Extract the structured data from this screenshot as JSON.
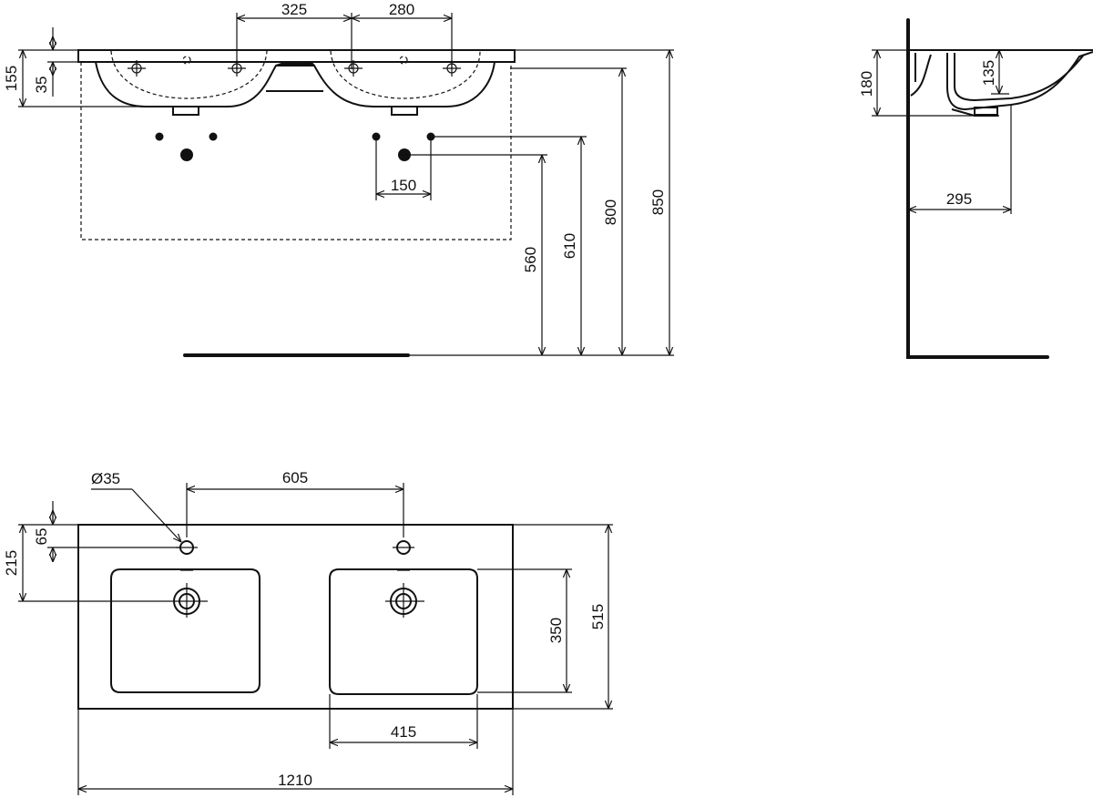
{
  "drawing": {
    "front_view": {
      "dims": {
        "tap_left": "325",
        "tap_right": "280",
        "height_overall": "155",
        "rim": "35",
        "tap_spacing": "150",
        "waste_height": "560",
        "supply_height": "610",
        "cabinet_height": "800",
        "top_height": "850"
      }
    },
    "side_view": {
      "dims": {
        "height": "180",
        "bowl_depth": "135",
        "waste_projection": "295"
      }
    },
    "top_view": {
      "dims": {
        "tap_hole_diameter": "Ø35",
        "tap_centres": "605",
        "tap_offset": "65",
        "waste_offset": "215",
        "bowl_depth": "350",
        "overall_depth": "515",
        "bowl_width": "415",
        "overall_width": "1210"
      }
    }
  }
}
